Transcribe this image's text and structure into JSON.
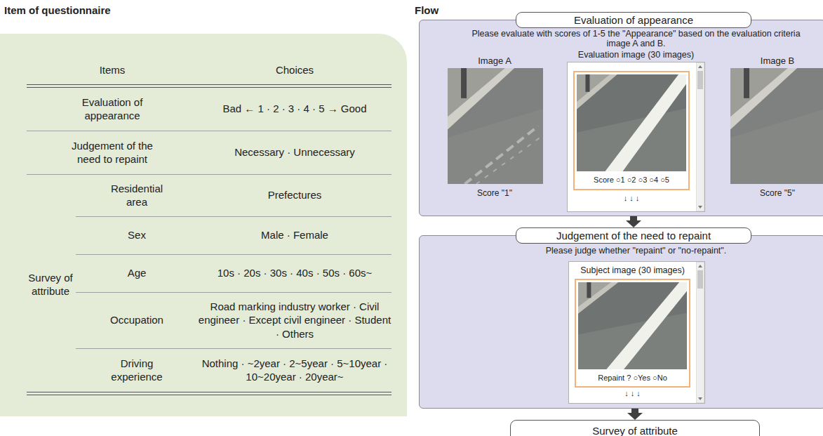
{
  "diagram": {
    "nodes": [
      {
        "text": [
          "Please evaluate with scores of 1-5 the \"Appearance\" based on the evaluation criteria image A and B."
        ]
      },
      {
        "text": [
          "Evaluation of appearance"
        ],
        "in": 0
      },
      {
        "text": [
          "Evaluation image (30 images)",
          "↓ ↓ ↓"
        ],
        "in": 0
      },
      {
        "text": [
          "Score ○1 ○2 ○3 ○4 ○5"
        ],
        "in": 2
      },
      {
        "text": [
          "Please judge whether \"repaint\" or \"no-repaint\"."
        ]
      },
      {
        "text": [
          "Judgement of the need to repaint"
        ],
        "in": 4
      },
      {
        "text": [
          "Subject image (30 images)",
          "↓ ↓ ↓"
        ],
        "in": 4
      },
      {
        "text": [
          "Repaint ? ○Yes ○No"
        ],
        "in": 6
      },
      {
        "text": [
          "Survey of attribute"
        ]
      }
    ],
    "edges": [
      {
        "from": 0,
        "to": 5,
        "arrow": "to"
      },
      {
        "from": 4,
        "to": 8,
        "arrow": "to"
      }
    ],
    "labels": [
      "Item of questionnaire",
      "Items",
      "Choices",
      "Evaluation of appearance",
      "Bad ← 1 · 2 · 3 · 4 · 5 → Good",
      "Judgement of the need to repaint",
      "Necessary · Unnecessary",
      "Survey of attribute",
      "Residential area",
      "Prefectures",
      "Sex",
      "Male · Female",
      "Age",
      "10s · 20s · 30s · 40s · 50s · 60s~",
      "Occupation",
      "Road marking industry worker · Civil engineer · Except civil engineer · Student · Others",
      "Driving experience",
      "Nothing · ~2year · 2~5year · 5~10year · 10~20year · 20year~",
      "Flow",
      "Image A",
      "Image B",
      "Score \"1\"",
      "Score \"5\""
    ]
  }
}
